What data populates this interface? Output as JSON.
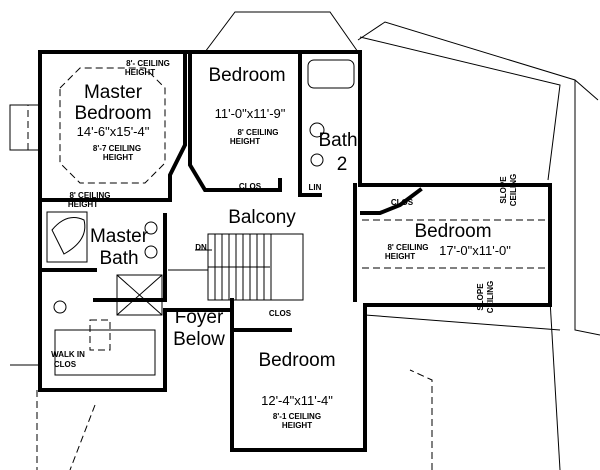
{
  "plan": {
    "master_bedroom": {
      "line1": "Master",
      "line2": "Bedroom",
      "dims": "14'-6\"x15'-4\"",
      "ceiling1": "8'-7  CEILING",
      "ceiling2": "HEIGHT",
      "top_ceiling1": "8'- CEILING",
      "top_ceiling2": "HEIGHT",
      "bottom_ceiling1": "8' CEILING",
      "bottom_ceiling2": "HEIGHT"
    },
    "bedroom_2": {
      "name": "Bedroom",
      "dims": "11'-0\"x11'-9\"",
      "ceiling1": "8'  CEILING",
      "ceiling2": "HEIGHT",
      "closet": "CLOS"
    },
    "bath_2": {
      "line1": "Bath",
      "line2": "2",
      "linen": "LIN"
    },
    "balcony": {
      "name": "Balcony"
    },
    "bedroom_3": {
      "name": "Bedroom",
      "dims": "17'-0\"x11'-0\"",
      "ceiling1": "8'  CEILING",
      "ceiling2": "HEIGHT",
      "closet": "CLOS",
      "slope1a": "SLOPE",
      "slope1b": "CEILING",
      "slope2a": "SLOPE",
      "slope2b": "CEILING"
    },
    "master_bath": {
      "line1": "Master",
      "line2": "Bath"
    },
    "stairs": {
      "label": "DN"
    },
    "foyer": {
      "line1": "Foyer",
      "line2": "Below"
    },
    "bedroom_4": {
      "name": "Bedroom",
      "dims": "12'-4\"x11'-4\"",
      "ceiling1": "8'-1 CEILING",
      "ceiling2": "HEIGHT",
      "closet": "CLOS"
    },
    "walk_in": {
      "line1": "WALK IN",
      "line2": "CLOS"
    }
  }
}
